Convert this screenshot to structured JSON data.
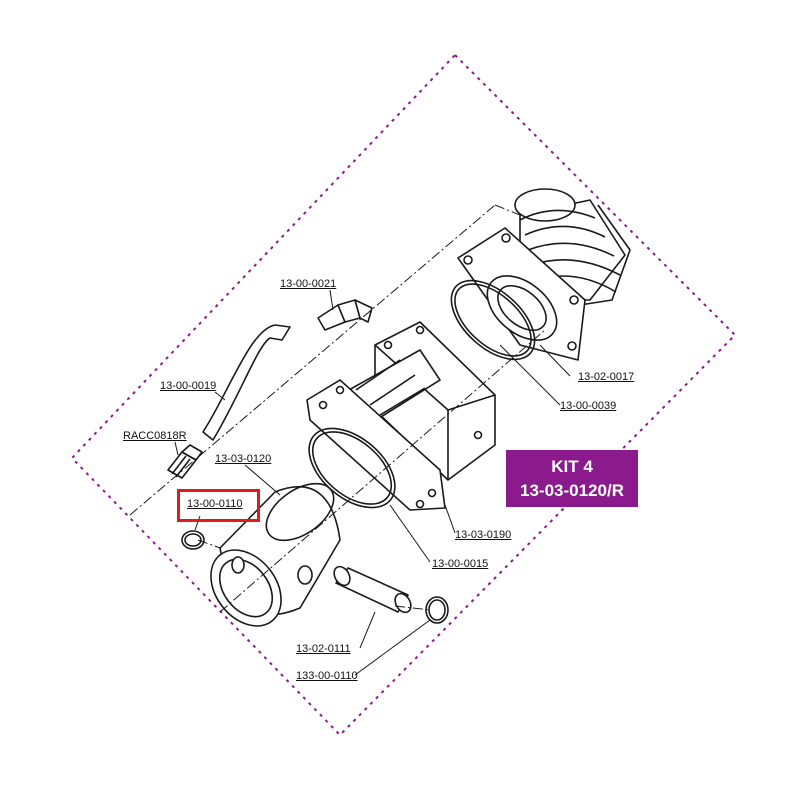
{
  "kit": {
    "line1": "KIT 4",
    "line2": "13-03-0120/R",
    "bg_color": "#8b1a8c"
  },
  "highlight_color": "#e01b1b",
  "outline_color": "#8b1a8c",
  "parts": {
    "p1": "13-00-0021",
    "p2": "13-00-0019",
    "p3": "RACC0818R",
    "p4": "13-03-0120",
    "p5": "13-00-0110",
    "p6": "13-02-0017",
    "p7": "13-00-0039",
    "p8": "13-03-0190",
    "p9": "13-00-0015",
    "p10": "13-02-0111",
    "p11": "133-00-0110"
  },
  "highlighted_part": "13-00-0110"
}
